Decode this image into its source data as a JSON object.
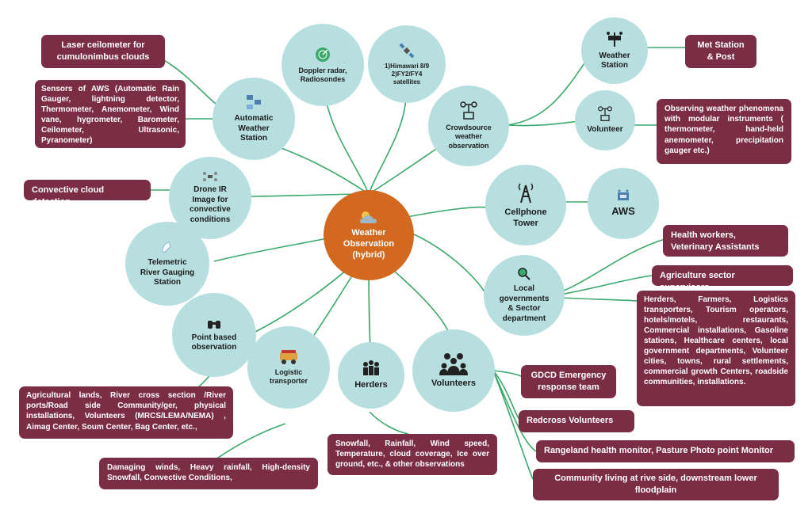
{
  "center": {
    "label": "Weather\nObservation\n(hybrid)"
  },
  "nodes": {
    "doppler": "Doppler radar,\nRadiosondes",
    "himawari": "1)Himawari 8/9\n2)FY2/FY4\nsatellites",
    "aws_station": "Automatic\nWeather\nStation",
    "drone": "Drone IR\nImage for\nconvective\nconditions",
    "telemetric": "Telemetric\nRiver Gauging\nStation",
    "point": "Point based\nobservation",
    "logistic": "Logistic\ntransporter",
    "herders": "Herders",
    "volunteers": "Volunteers",
    "local_gov": "Local\ngovernments\n& Sector\ndepartment",
    "cellphone": "Cellphone\nTower",
    "aws_small": "AWS",
    "crowdsource": "Crowdsource\nweather\nobservation",
    "volunteer": "Volunteer",
    "weather_station": "Weather\nStation"
  },
  "boxes": {
    "laser": "Laser ceilometer for cumulonimbus clouds",
    "sensors": "Sensors of AWS (Automatic Rain Gauger, lightning detector, Thermometer, Anemometer, Wind vane, hygrometer, Barometer, Ceilometer, Ultrasonic, Pyranometer)",
    "convective": "Convective cloud detection",
    "agri_lands": "Agricultural lands, River cross section /River ports/Road side Community/ger, physical installations, Volunteers (MRCS/LEMA/NEMA) , Aimag Center, Soum Center, Bag Center, etc.,",
    "damaging": "Damaging winds, Heavy rainfall, High-density Snowfall, Convective Conditions,",
    "snowfall": "Snowfall, Rainfall, Wind speed, Temperature, cloud coverage, Ice over ground, etc., & other observations",
    "met_station": "Met Station & Post",
    "observing": "Observing weather phenomena with modular instruments ( thermometer, hand-held anemometer, precipitation gauger etc.)",
    "health": "Health workers, Veterinary Assistants",
    "agri_sup": "Agriculture sector supervisors",
    "herders_list": "Herders, Farmers, Logistics transporters, Tourism operators, hotels/motels, restaurants, Commercial installations, Gasoline stations, Healthcare centers, local government departments, Volunteer cities, towns, rural settlements, commercial growth Centers, roadside communities, installations.",
    "gdcd": "GDCD Emergency response team",
    "redcross": "Redcross Volunteers",
    "rangeland": "Rangeland health monitor, Pasture Photo point Monitor",
    "community": "Community living at rive side, downstream lower floodplain"
  },
  "icons": {
    "center": "cloud-sun-icon",
    "doppler": "radar-icon",
    "himawari": "satellite-icon",
    "aws_station": "server-icon",
    "drone": "drone-icon",
    "telemetric": "gauge-hand-icon",
    "point": "binoculars-icon",
    "logistic": "truck-icon",
    "herders": "people-group-icon",
    "volunteers": "people-icon",
    "local_gov": "magnifier-icon",
    "cellphone": "antenna-tower-icon",
    "aws_small": "sensor-icon",
    "crowdsource": "instrument-icon",
    "volunteer": "instrument-icon",
    "weather_station": "weather-station-icon"
  },
  "colors": {
    "center": "#d2691e",
    "circle": "#b7dfe0",
    "box": "#7b2d45",
    "line": "#3aa96b"
  }
}
